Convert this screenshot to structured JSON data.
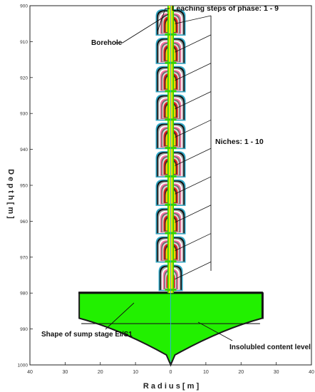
{
  "axes": {
    "xlabel": "R a d i u s   [ m ]",
    "ylabel": "D e p t h   [ m ]",
    "x_ticks": [
      "40",
      "30",
      "20",
      "10",
      "0",
      "10",
      "20",
      "30",
      "40"
    ],
    "y_ticks": [
      "900",
      "910",
      "920",
      "930",
      "940",
      "950",
      "960",
      "970",
      "980",
      "990",
      "1000"
    ],
    "x_range": [
      -40,
      40
    ],
    "y_range": [
      900,
      1000
    ]
  },
  "annotations": {
    "leaching_steps": "Leaching steps of phase: 1 - 9",
    "borehole": "Borehole",
    "niches": "Niches: 1 - 10",
    "sump_shape": "Shape of sump stage EI/S1",
    "insoluble_level": "Insolubled content level"
  },
  "diagram": {
    "niche_count": 10,
    "leaching_steps": 9,
    "ring_colors": [
      "#2fa6c4",
      "#111111",
      "#9e9e9e",
      "#ffffff",
      "#ff6fa0",
      "#6f6f6f",
      "#d8d8d8",
      "#e62020",
      "#4a2a2a",
      "#f5d000"
    ],
    "sump_color": "#22f000",
    "sump_outline": "#1a1a1a",
    "borehole_color": "#e8e800",
    "borehole_rim": "#32d400",
    "axis_line_color": "#3aa0ff"
  }
}
